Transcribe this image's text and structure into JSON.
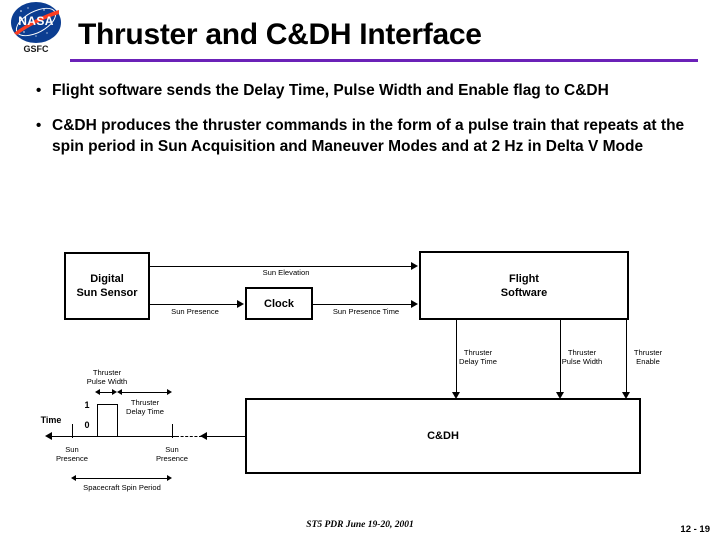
{
  "header": {
    "title": "Thruster and C&DH Interface",
    "logo_word": "NASA",
    "logo_sub": "GSFC",
    "rule_color": "#6b21b8"
  },
  "bullets": [
    {
      "marker": "•",
      "text": "Flight software sends the Delay Time, Pulse Width and Enable flag to C&DH"
    },
    {
      "marker": "•",
      "text": "C&DH produces the thruster commands in the form of a pulse train that repeats at the spin period in Sun Acquisition and Maneuver Modes and at 2 Hz in Delta V Mode"
    }
  ],
  "diagram": {
    "boxes": {
      "sun_sensor": "Digital\nSun Sensor",
      "sun_sensor_l1": "Digital",
      "sun_sensor_l2": "Sun Sensor",
      "clock": "Clock",
      "flight_software_l1": "Flight",
      "flight_software_l2": "Software",
      "cdh": "C&DH"
    },
    "signals": {
      "sun_elevation": "Sun Elevation",
      "sun_presence": "Sun Presence",
      "sun_presence_time": "Sun Presence Time",
      "thruster_delay_time_l1": "Thruster",
      "thruster_delay_time_l2": "Delay Time",
      "thruster_pulse_width_l1": "Thruster",
      "thruster_pulse_width_l2": "Pulse Width",
      "thruster_enable_l1": "Thruster",
      "thruster_enable_l2": "Enable"
    },
    "waveform": {
      "time_label": "Time",
      "level_high": "1",
      "level_low": "0",
      "pulse_width_l1": "Thruster",
      "pulse_width_l2": "Pulse Width",
      "delay_time_l1": "Thruster",
      "delay_time_l2": "Delay Time",
      "sun_presence_1_l1": "Sun",
      "sun_presence_1_l2": "Presence",
      "sun_presence_2_l1": "Sun",
      "sun_presence_2_l2": "Presence",
      "spin_period": "Spacecraft Spin Period"
    }
  },
  "footer": {
    "text": "ST5 PDR June 19-20, 2001",
    "page_number": "12 - 19"
  }
}
